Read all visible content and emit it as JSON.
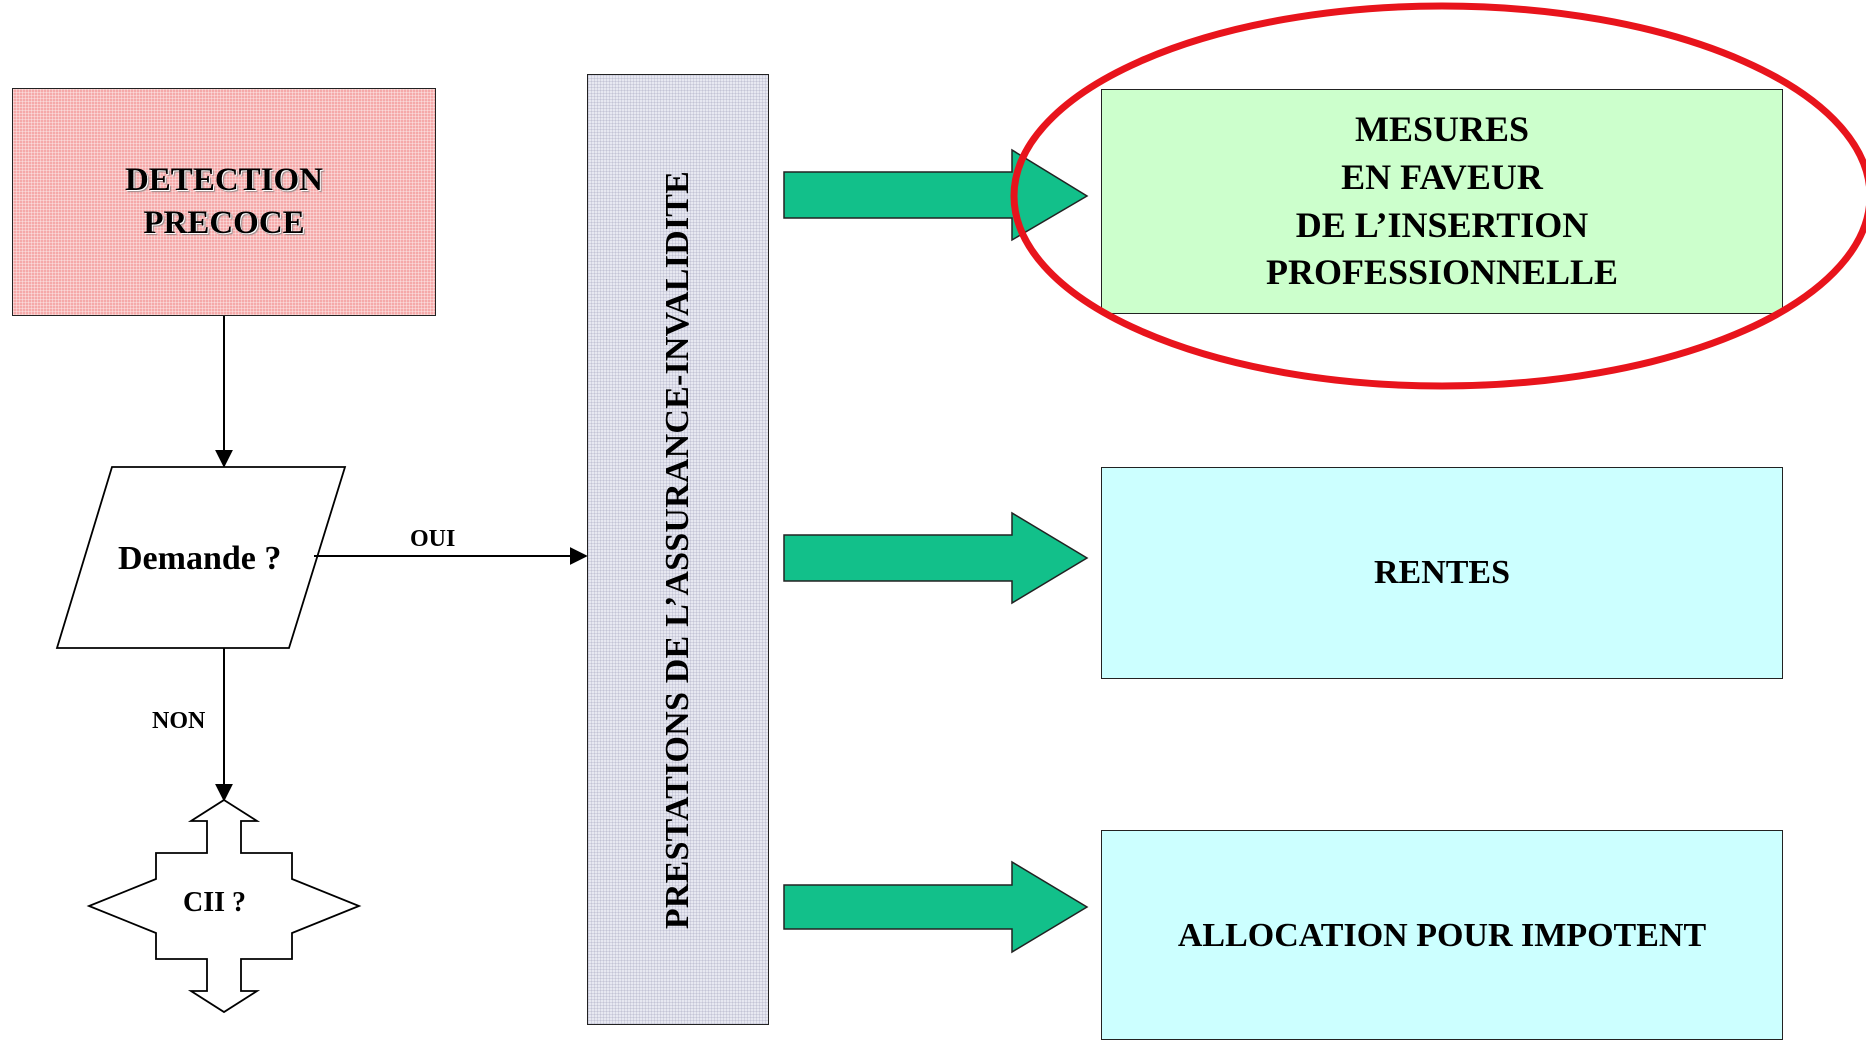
{
  "nodes": {
    "detection": {
      "lines": [
        "DETECTION",
        "PRECOCE"
      ]
    },
    "demande": {
      "label": "Demande ?"
    },
    "cii": {
      "label": "CII ?"
    },
    "prestations": {
      "label": "PRESTATIONS DE L’ASSURANCE-INVALIDITE"
    },
    "mesures": {
      "lines": [
        "MESURES",
        "EN FAVEUR",
        "DE L’INSERTION",
        "PROFESSIONNELLE"
      ]
    },
    "rentes": {
      "label": "RENTES"
    },
    "allocation": {
      "label": "ALLOCATION POUR IMPOTENT"
    }
  },
  "edges": {
    "oui_label": "OUI",
    "non_label": "NON"
  },
  "colors": {
    "detection_fill": "#f5a9a9",
    "prestations_fill": "#e7e8f1",
    "mesures_fill": "#ccffcc",
    "cyan_fill": "#ccffff",
    "arrow_fill": "#12c08a",
    "highlight_ellipse": "#e8141c"
  }
}
